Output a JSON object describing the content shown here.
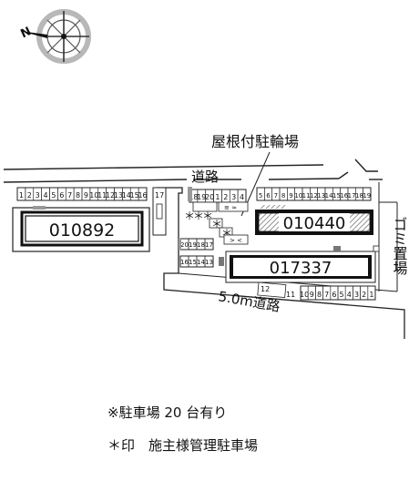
{
  "compass": {
    "north_label": "N"
  },
  "labels": {
    "road_top": "道路",
    "bike_parking": "屋根付駐輪場",
    "garbage": "ゴミ置場",
    "road_bottom": "5.0m道路"
  },
  "buildings": {
    "left": "010892",
    "right_top": "010440",
    "right_bottom": "017337"
  },
  "stalls": {
    "left_row": [
      "1",
      "2",
      "3",
      "4",
      "5",
      "6",
      "7",
      "8",
      "9",
      "10",
      "11",
      "12",
      "13",
      "14",
      "15",
      "16"
    ],
    "left_end": "17",
    "center_top": [
      "18",
      "19",
      "20",
      "1",
      "2",
      "3",
      "4"
    ],
    "center_marks": [
      "＊",
      "＊",
      "＊"
    ],
    "center_mark_a": "＊",
    "center_mark_b": "＊",
    "right_top_row": [
      "5",
      "6",
      "7",
      "8",
      "9",
      "10",
      "11",
      "12",
      "13",
      "14",
      "15",
      "16",
      "17",
      "18",
      "19"
    ],
    "center_mid": [
      "20",
      "19",
      "18",
      "17"
    ],
    "center_low": [
      "16",
      "15",
      "14",
      "13"
    ],
    "lower_row": [
      "10",
      "9",
      "8",
      "7",
      "6",
      "5",
      "4",
      "3",
      "2",
      "1"
    ],
    "lower_left": [
      "12",
      "11"
    ]
  },
  "legend": {
    "line1": "※駐車場 20 台有り",
    "line2": "＊印　施主様管理駐車場"
  }
}
